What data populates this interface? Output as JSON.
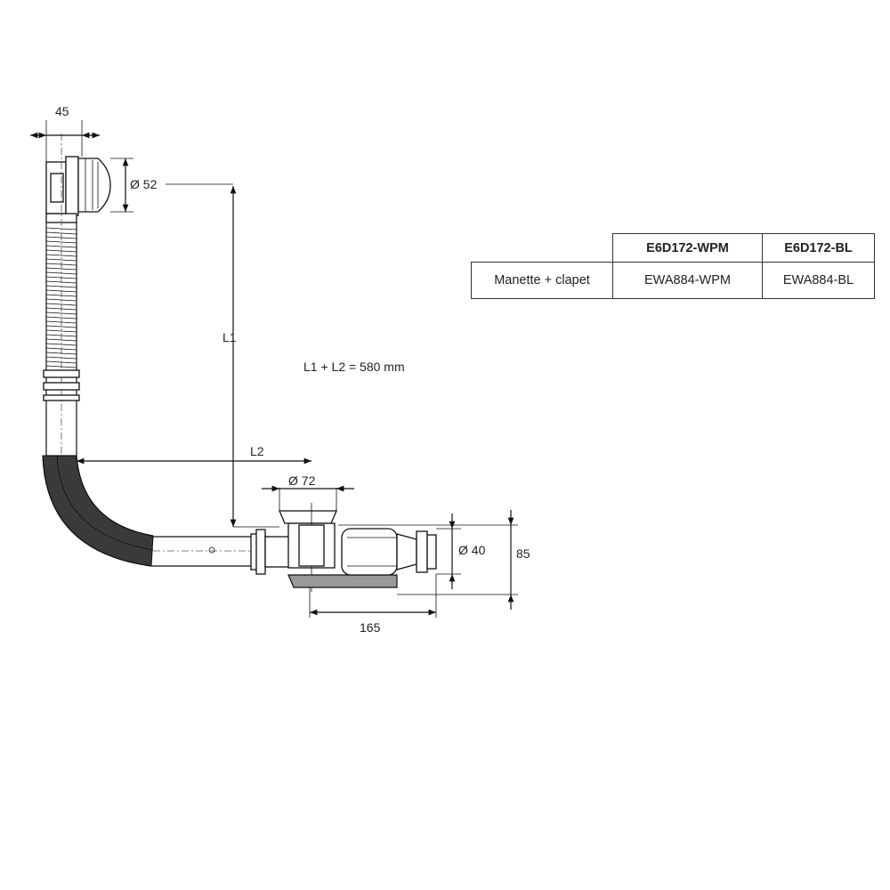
{
  "dimensions": {
    "top_width": "45",
    "overflow_diameter": "Ø 52",
    "length_1": "L1",
    "length_2": "L2",
    "total_length_note": "L1 + L2 = 580 mm",
    "drain_diameter": "Ø 72",
    "outlet_diameter": "Ø 40",
    "height": "85",
    "outlet_length": "165"
  },
  "table": {
    "headers": [
      "",
      "E6D172-WPM",
      "E6D172-BL"
    ],
    "rows": [
      {
        "label": "Manette + clapet",
        "values": [
          "EWA884-WPM",
          "EWA884-BL"
        ]
      }
    ]
  },
  "colors": {
    "line": "#111111",
    "hose_fill": "#3a3a3a",
    "grey_part": "#9a9a9a",
    "table_border": "#333333"
  }
}
